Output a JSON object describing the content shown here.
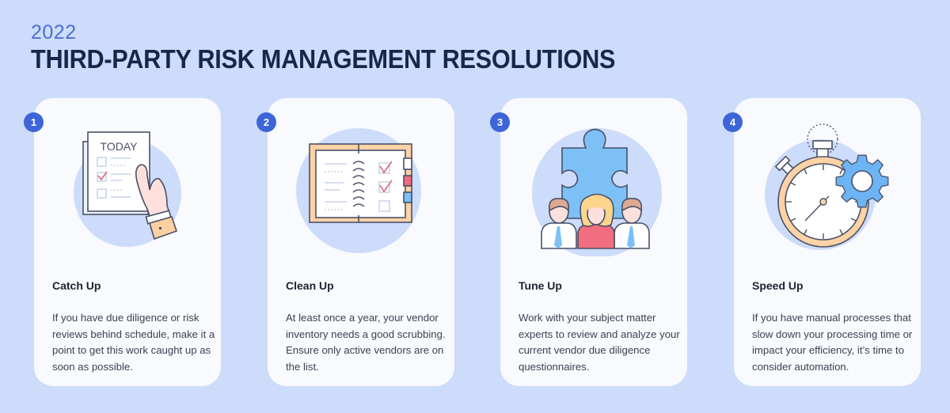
{
  "header": {
    "year": "2022",
    "title": "THIRD-PARTY RISK MANAGEMENT RESOLUTIONS"
  },
  "colors": {
    "background": "#cddcfa",
    "card": "#f9fafe",
    "accent": "#3d65d8",
    "year": "#4a6fd8",
    "title": "#15284b",
    "circle": "#cddcfa",
    "outline": "#4a5068",
    "orange": "#fdd3a6",
    "blue": "#7cc0f6",
    "pink": "#f16a7e"
  },
  "cards": [
    {
      "number": "1",
      "icon": "today-checklist-icon",
      "illustration_text": "TODAY",
      "title": "Catch Up",
      "body": "If you have due diligence or risk reviews behind schedule, make it a point to get this work caught up as soon as possible."
    },
    {
      "number": "2",
      "icon": "notebook-checklist-icon",
      "title": "Clean Up",
      "body": "At least once a year, your vendor inventory needs a good scrubbing. Ensure only active vendors are on the list."
    },
    {
      "number": "3",
      "icon": "team-puzzle-icon",
      "title": "Tune Up",
      "body": "Work with your subject matter experts to review and analyze your current vendor due diligence questionnaires."
    },
    {
      "number": "4",
      "icon": "stopwatch-gear-icon",
      "title": "Speed Up",
      "body": "If you have manual processes that slow down your processing time or impact your efficiency, it’s time to consider automation."
    }
  ]
}
